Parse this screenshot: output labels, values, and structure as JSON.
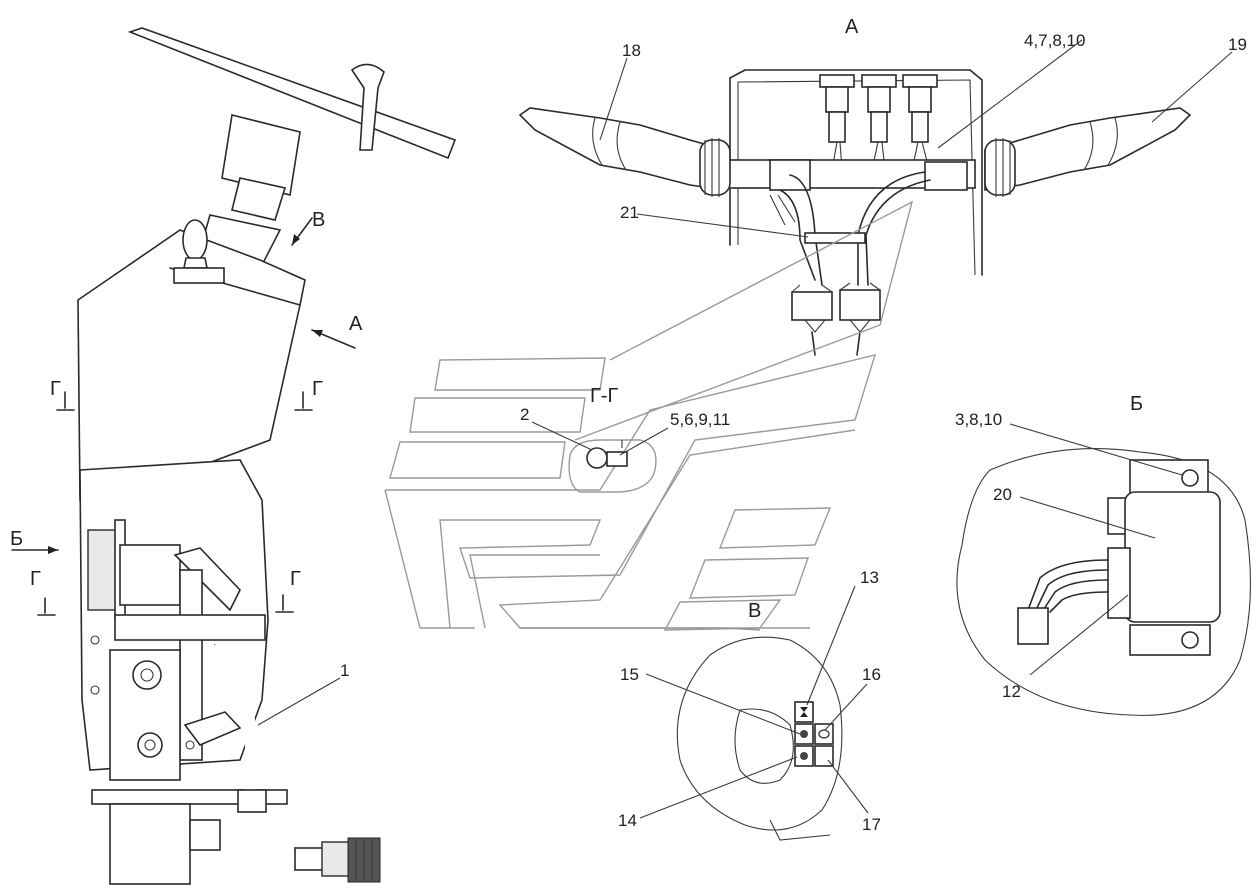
{
  "views": {
    "a": "А",
    "b": "Б",
    "v": "В",
    "g_section": "Г-Г",
    "g_mark": "Г"
  },
  "callouts": {
    "c1": "1",
    "c2": "2",
    "c3_8_10": "3,8,10",
    "c4_7_8_10": "4,7,8,10",
    "c5_6_9_11": "5,6,9,11",
    "c12": "12",
    "c13": "13",
    "c14": "14",
    "c15": "15",
    "c16": "16",
    "c17": "17",
    "c18": "18",
    "c19": "19",
    "c20": "20",
    "c21": "21"
  }
}
